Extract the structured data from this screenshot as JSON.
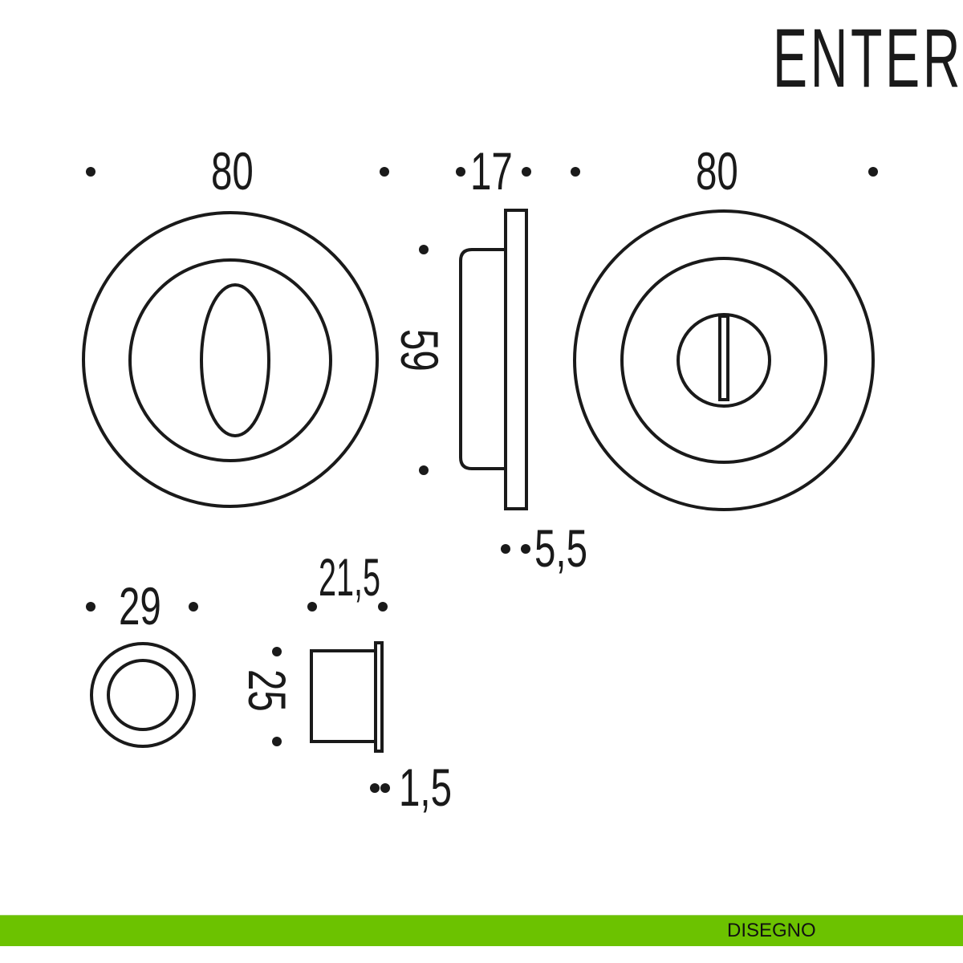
{
  "title": "ENTER",
  "dimensions": {
    "rosette_left_width": "80",
    "profile_depth": "17",
    "rosette_right_width": "80",
    "height": "59",
    "plate_thickness": "5,5",
    "small_rosette_width": "29",
    "small_profile_depth": "21,5",
    "small_profile_height": "25",
    "small_flange": "1,5"
  },
  "footer": {
    "label": "DISEGNO"
  },
  "colors": {
    "accent": "#6cc200",
    "line": "#1a1a1a"
  }
}
